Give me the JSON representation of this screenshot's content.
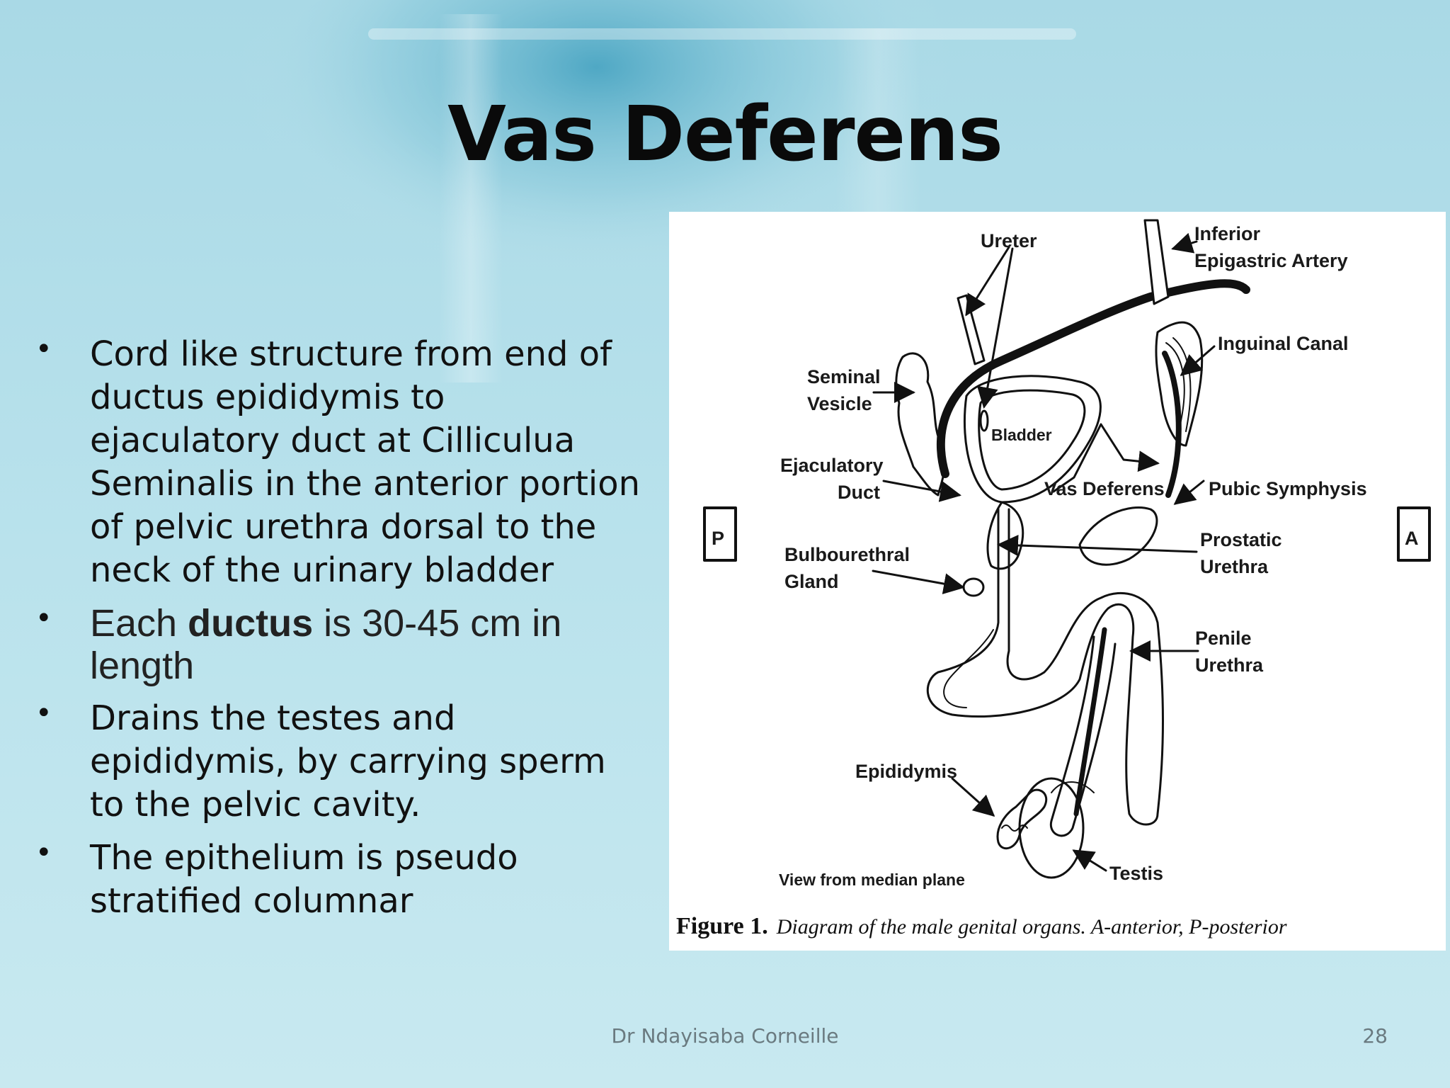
{
  "slide": {
    "title": "Vas Deferens",
    "bullets": [
      {
        "text": "Cord like structure from end of ductus epididymis to ejaculatory duct at Cilliculua Seminalis in the anterior portion of pelvic urethra dorsal to the neck of the urinary bladder"
      },
      {
        "pre": "Each ",
        "bold": "ductus",
        "post": " is 30-45 cm in length"
      },
      {
        "text": "Drains the testes and epididymis, by carrying sperm to the pelvic cavity."
      },
      {
        "text": "The epithelium is pseudo stratified columnar"
      }
    ],
    "bullet_symbol": "•",
    "footer_author": "Dr Ndayisaba Corneille",
    "page_number": "28"
  },
  "figure": {
    "labels": {
      "ureter": "Ureter",
      "inferior": "Inferior",
      "epigastric_artery": "Epigastric Artery",
      "inguinal_canal": "Inguinal Canal",
      "seminal": "Seminal",
      "vesicle": "Vesicle",
      "bladder": "Bladder",
      "ejaculatory": "Ejaculatory",
      "duct": "Duct",
      "vas_deferens": "Vas Deferens",
      "pubic_symphysis": "Pubic Symphysis",
      "p": "P",
      "a": "A",
      "bulbourethral": "Bulbourethral",
      "gland": "Gland",
      "prostatic": "Prostatic",
      "urethra": "Urethra",
      "penile": "Penile",
      "urethra2": "Urethra",
      "epididymis": "Epididymis",
      "testis": "Testis",
      "view": "View from median plane"
    },
    "caption_bold": "Figure 1.",
    "caption_italic": "Diagram of the male genital organs. A-anterior, P-posterior"
  },
  "colors": {
    "background_light": "#c9e9f1",
    "background_dark": "#4fa9c4",
    "title": "#0a0a0a",
    "footer": "#6a7a80"
  }
}
